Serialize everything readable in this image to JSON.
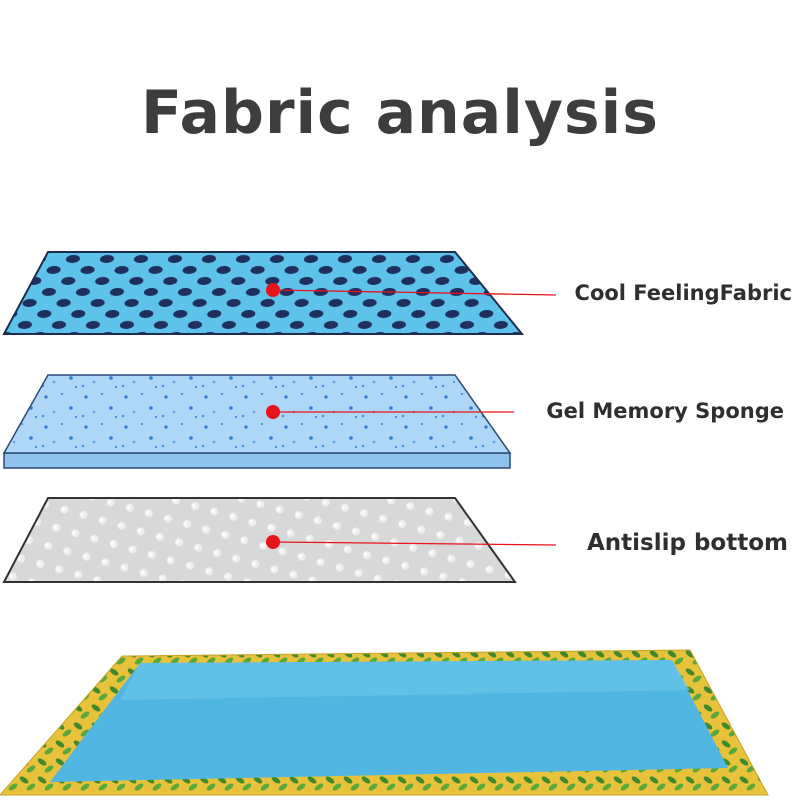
{
  "title": "Fabric analysis",
  "layers": [
    {
      "label": "Cool FeelingFabric",
      "icon": "cool-fabric-layer-icon"
    },
    {
      "label": "Gel Memory Sponge",
      "icon": "gel-sponge-layer-icon"
    },
    {
      "label": "Antislip bottom",
      "icon": "antislip-layer-icon"
    }
  ],
  "colors": {
    "title": "#3d3d3d",
    "marker": "#e8141a",
    "fabric": "#5ec3ea",
    "fabric_dots": "#1f2f5e",
    "sponge": "#a9d3f5",
    "sponge_specks": "#2f78d6",
    "antislip": "#d9d9d9",
    "mat_top": "#52b6e2",
    "mat_border": "#e8c23a",
    "mat_leaves": "#3f8a2c"
  }
}
